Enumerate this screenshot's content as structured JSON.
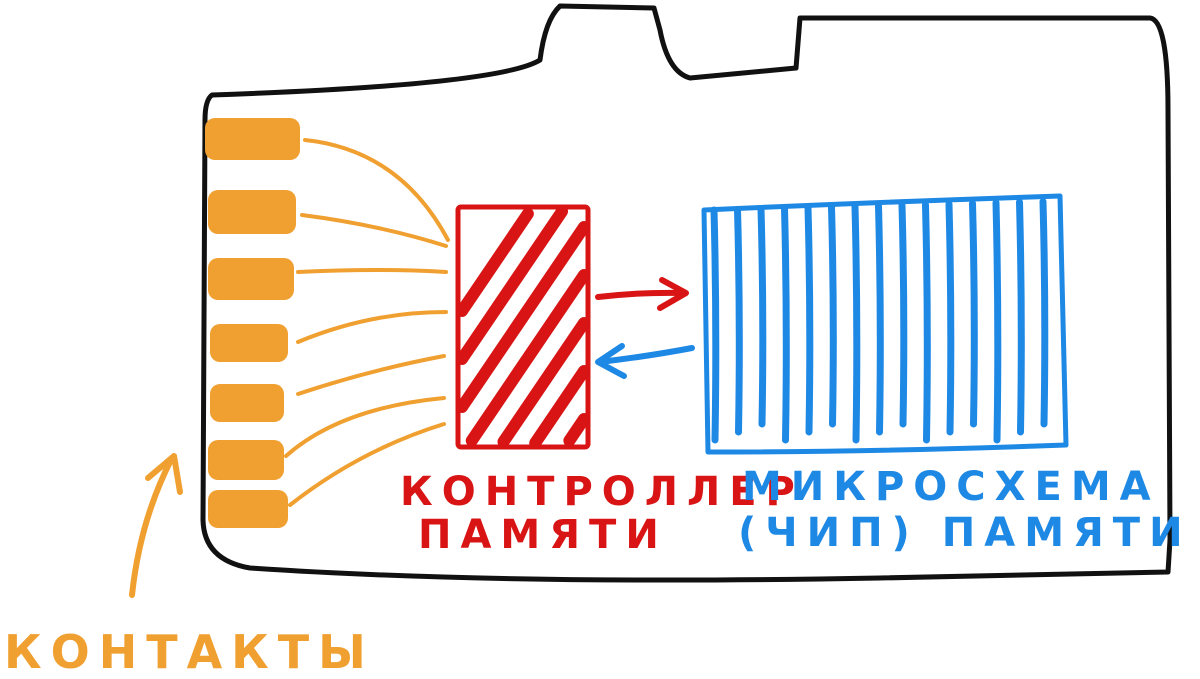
{
  "colors": {
    "outline": "#111111",
    "contacts": "#F0A030",
    "controller": "#D91414",
    "memory": "#1E88E5"
  },
  "labels": {
    "contacts": "КОНТАКТЫ",
    "controller_line1": "КОНТРОЛЛЕР",
    "controller_line2": "ПАМЯТИ",
    "memory_line1": "МИКРОСХЕМА",
    "memory_line2": "(ЧИП) ПАМЯТИ"
  }
}
